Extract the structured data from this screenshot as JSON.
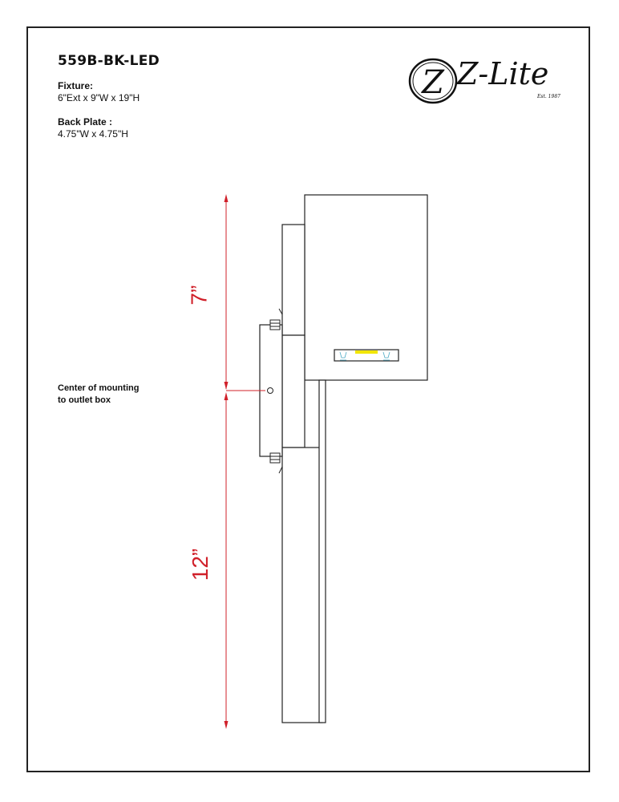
{
  "model": "559B-BK-LED",
  "specs": {
    "fixture_label": "Fixture:",
    "fixture_value": "6\"Ext x 9\"W x 19\"H",
    "backplate_label": "Back Plate :",
    "backplate_value": "4.75\"W x 4.75\"H"
  },
  "logo": {
    "mark": "Z",
    "text": "Z-Lite",
    "est": "Est. 1987"
  },
  "dimensions": {
    "upper": "7”",
    "lower": "12”",
    "color": "#d0202a"
  },
  "mount_note": {
    "line1": "Center of mounting",
    "line2": "to outlet box"
  },
  "led_color": "#f2e600"
}
